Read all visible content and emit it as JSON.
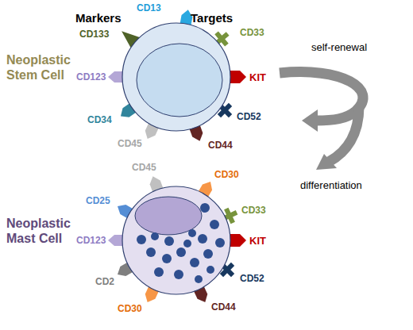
{
  "diagram": {
    "labels": [
      "Markers",
      "Targets",
      "CD13",
      "CD133",
      "CD33",
      "Neoplastic Stem Cell",
      "CD123",
      "KIT",
      "self-renewal",
      "CD34",
      "CD52",
      "CD45",
      "CD44",
      "differentiation",
      "CD45",
      "CD30",
      "CD25",
      "CD33",
      "Neoplastic Mast Cell",
      "CD123",
      "KIT",
      "CD52",
      "CD2",
      "CD44",
      "CD30"
    ]
  }
}
